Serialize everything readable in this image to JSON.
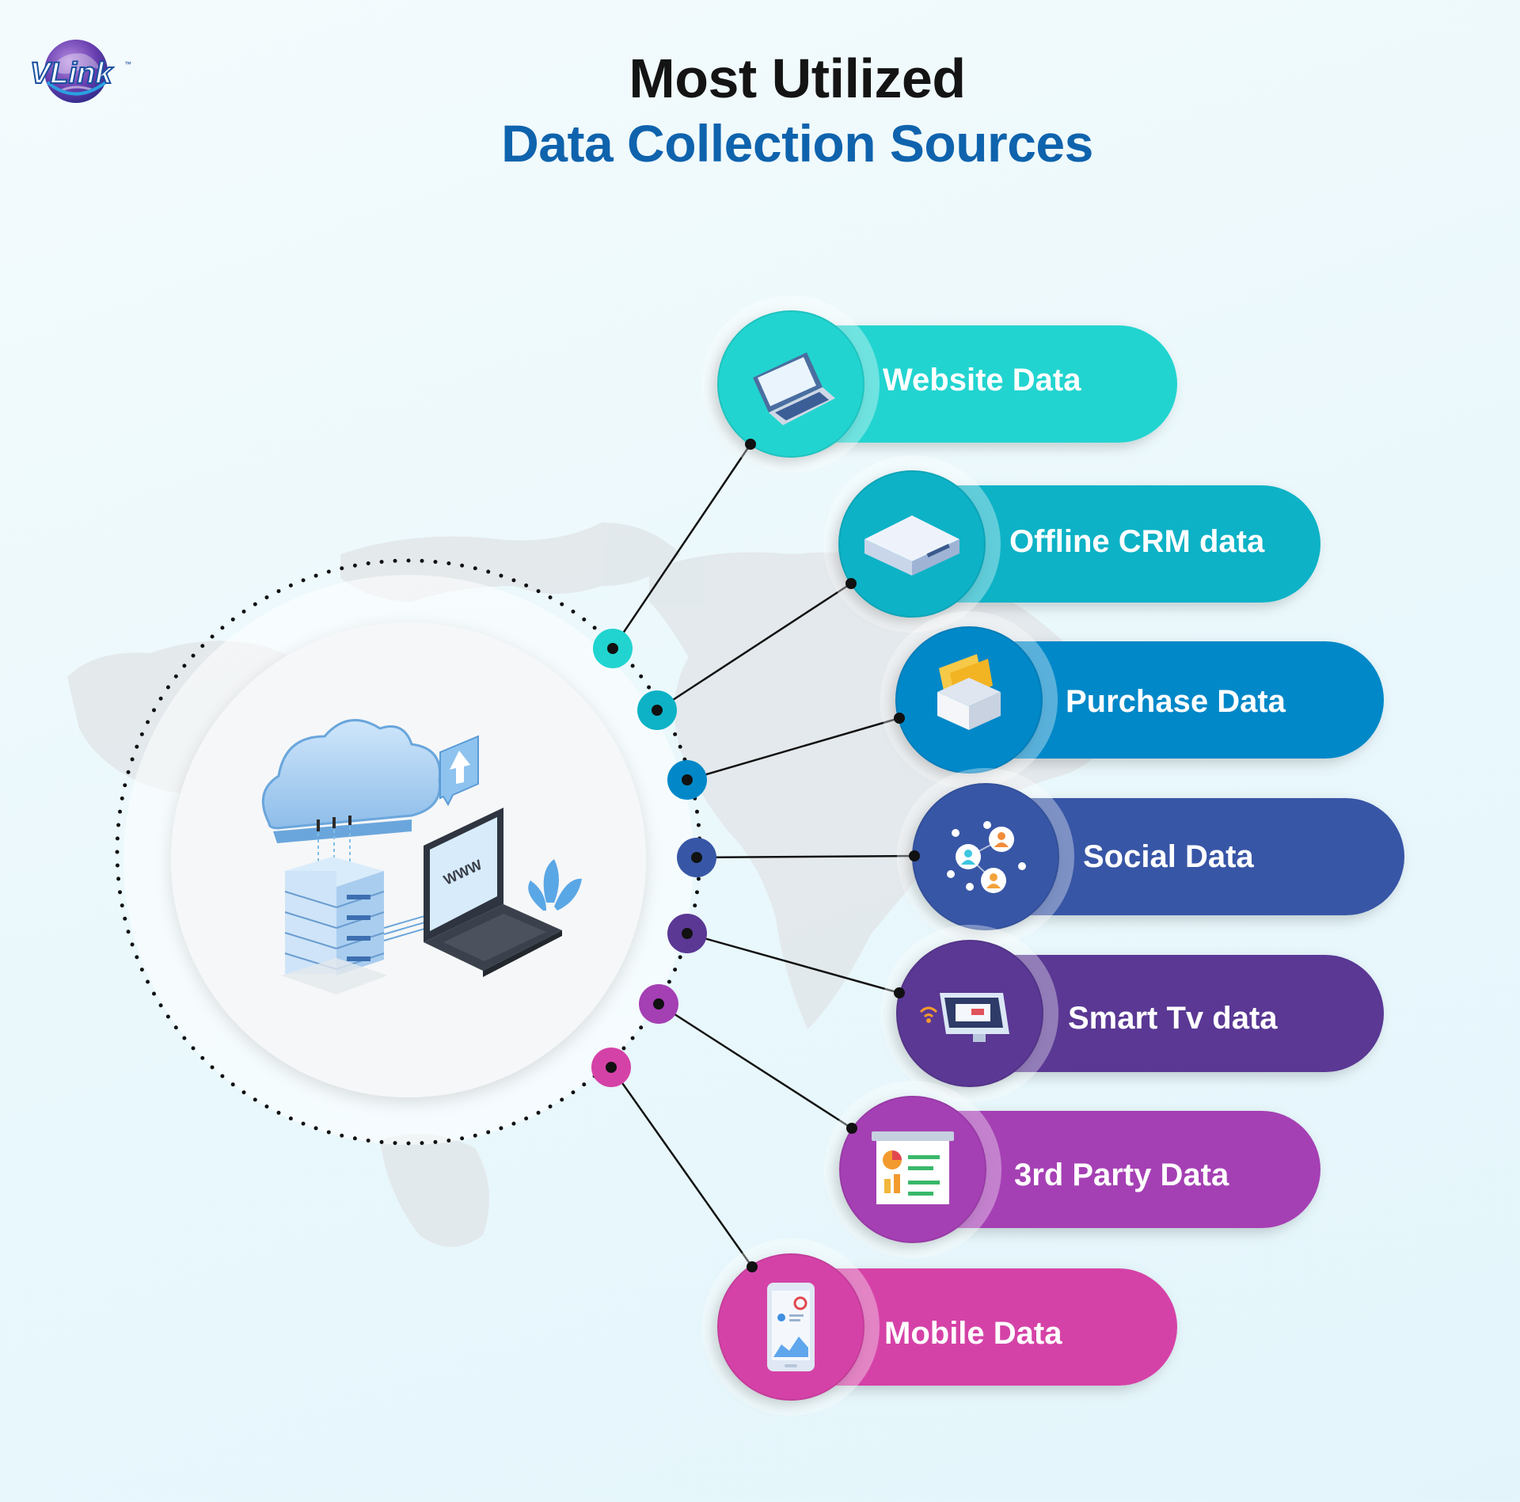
{
  "brand": {
    "logo_text": "VLink",
    "logo_tm": "™"
  },
  "title": {
    "line1": "Most Utilized",
    "line2": "Data Collection Sources"
  },
  "center": {
    "laptop_text": "WWW"
  },
  "colors": {
    "website": "#21d4d0",
    "crm": "#0db2c6",
    "purchase": "#0288c8",
    "social": "#3757a6",
    "smarttv": "#5a3894",
    "third_party": "#a53fb4",
    "mobile": "#d542a7"
  },
  "sources": [
    {
      "label": "Website Data",
      "icon": "laptop-icon",
      "color": "#21d4d0"
    },
    {
      "label": "Offline CRM data",
      "icon": "server-box-icon",
      "color": "#0db2c6"
    },
    {
      "label": "Purchase Data",
      "icon": "folder-box-icon",
      "color": "#0288c8"
    },
    {
      "label": "Social Data",
      "icon": "social-network-icon",
      "color": "#3757a6"
    },
    {
      "label": "Smart Tv data",
      "icon": "smart-tv-icon",
      "color": "#5a3894"
    },
    {
      "label": "3rd Party Data",
      "icon": "report-board-icon",
      "color": "#a53fb4"
    },
    {
      "label": "Mobile Data",
      "icon": "mobile-phone-icon",
      "color": "#d542a7"
    }
  ]
}
